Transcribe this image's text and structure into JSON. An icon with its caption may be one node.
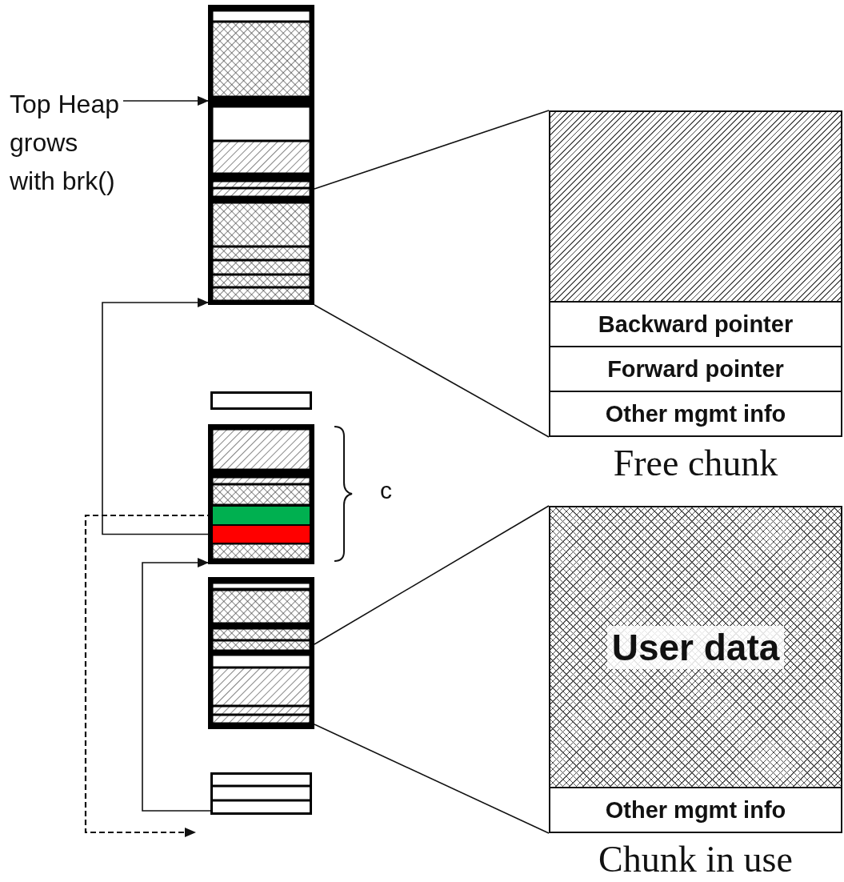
{
  "diagram": {
    "nodes": [
      {
        "text": [
          "Top Heap grows with brk()"
        ]
      },
      {
        "text": [],
        "shape": "box"
      },
      {
        "text": [],
        "shape": "box"
      },
      {
        "text": [],
        "shape": "box"
      },
      {
        "text": [],
        "shape": "bar",
        "in": 3
      },
      {
        "text": [],
        "shape": "bar",
        "in": 3
      },
      {
        "text": [],
        "shape": "box"
      },
      {
        "text": [],
        "shape": "box"
      },
      {
        "text": [
          "Backward pointer",
          "Forward pointer",
          "Other mgmt info"
        ],
        "beside": [
          "Free chunk"
        ]
      },
      {
        "text": [
          "User data",
          "Other mgmt info"
        ],
        "beside": [
          "Chunk in use"
        ]
      }
    ],
    "edges": [
      {
        "from": 0,
        "to": 1,
        "arrow": "to"
      },
      {
        "from": 1,
        "to": 8,
        "arrow": "none"
      },
      {
        "from": 1,
        "to": 8,
        "arrow": "none"
      },
      {
        "from": 5,
        "to": 1,
        "arrow": "to"
      },
      {
        "from": 7,
        "to": 3,
        "arrow": "to"
      },
      {
        "from": 4,
        "to": null,
        "arrow": "to",
        "style": "dashed"
      },
      {
        "from": 6,
        "to": 9,
        "arrow": "none"
      },
      {
        "from": 6,
        "to": 9,
        "arrow": "none"
      }
    ],
    "labels": [
      "c"
    ]
  }
}
